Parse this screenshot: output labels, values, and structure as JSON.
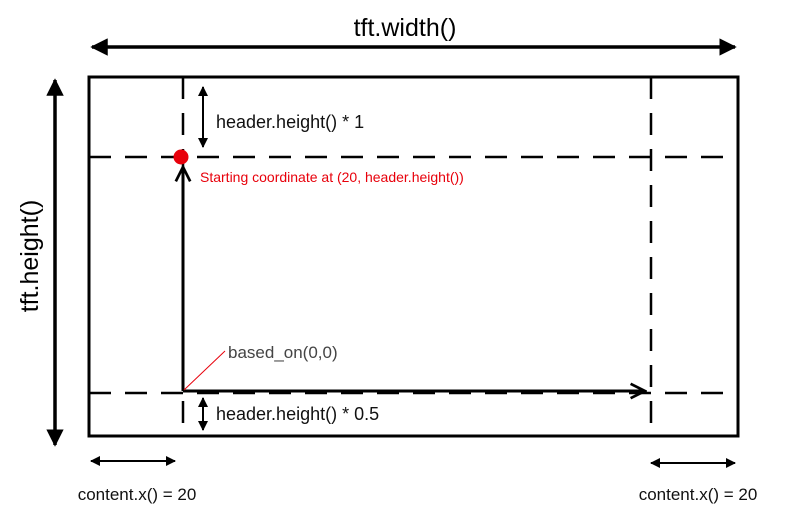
{
  "labels": {
    "width": "tft.width()",
    "height": "tft.height()",
    "header_top": "header.height() * 1",
    "header_bottom": "header.height() * 0.5",
    "start": "Starting coordinate at (20, header.height())",
    "based_on": "based_on(0,0)",
    "content_left": "content.x() = 20",
    "content_right": "content.x() = 20"
  },
  "colors": {
    "accent": "#e8000b",
    "line": "#000000",
    "text": "#222222"
  }
}
